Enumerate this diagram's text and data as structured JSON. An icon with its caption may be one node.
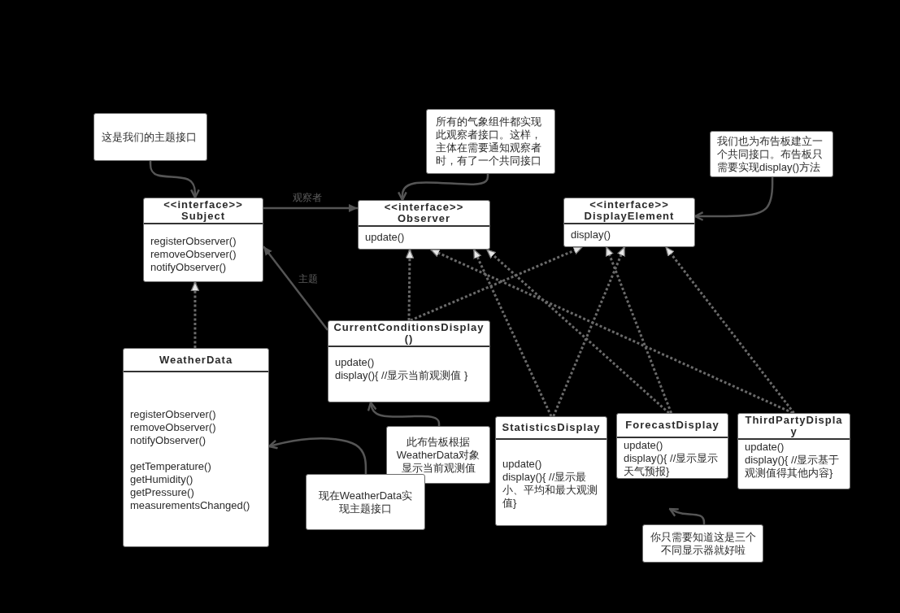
{
  "diagram": {
    "nodes": [
      {
        "text": [
          "这是我们的主题接口"
        ]
      },
      {
        "text": [
          "所有的气象组件都实现此观察者接口。这样，主体在需要通知观察者时，有了一个共同接口"
        ]
      },
      {
        "text": [
          "我们也为布告板建立一个共同接口。布告板只需要实现display()方法"
        ]
      },
      {
        "text": [
          "<<interface>>",
          "Subject",
          "registerObserver()",
          "removeObserver()",
          "notifyObserver()"
        ]
      },
      {
        "text": [
          "<<interface>>",
          "Observer",
          "update()"
        ]
      },
      {
        "text": [
          "<<interface>>",
          "DisplayElement",
          "display()"
        ]
      },
      {
        "text": [
          "CurrentConditionsDisplay()",
          "update()",
          "display(){ //显示当前观测值 }"
        ]
      },
      {
        "text": [
          "WeatherData",
          "registerObserver()",
          "removeObserver()",
          "notifyObserver()",
          "getTemperature()",
          "getHumidity()",
          "getPressure()",
          "measurementsChanged()"
        ]
      },
      {
        "text": [
          "此布告板根据WeatherData对象显示当前观测值"
        ]
      },
      {
        "text": [
          "StatisticsDisplay",
          "update()",
          "display(){ //显示最小、平均和最大观测值}"
        ]
      },
      {
        "text": [
          "ForecastDisplay",
          "update()",
          "display(){ //显示显示天气预报}"
        ]
      },
      {
        "text": [
          "ThirdPartyDisplay",
          "update()",
          "display(){ //显示基于观测值得其他内容}"
        ]
      },
      {
        "text": [
          "现在WeatherData实现主题接口"
        ]
      },
      {
        "text": [
          "你只需要知道这是三个不同显示器就好啦"
        ]
      }
    ],
    "edges": [
      {
        "from": 0,
        "to": 3,
        "arrow": "to"
      },
      {
        "from": 1,
        "to": 4,
        "arrow": "to"
      },
      {
        "from": 2,
        "to": 5,
        "arrow": "to"
      },
      {
        "from": 3,
        "to": 4,
        "arrow": "to",
        "label": "观察者"
      },
      {
        "from": 6,
        "to": 3,
        "arrow": "to",
        "label": "主题"
      },
      {
        "from": 7,
        "to": 3,
        "arrow": "to",
        "style": "dashed"
      },
      {
        "from": 6,
        "to": 4,
        "arrow": "to",
        "style": "dashed"
      },
      {
        "from": 6,
        "to": 5,
        "arrow": "to",
        "style": "dashed"
      },
      {
        "from": 9,
        "to": 4,
        "arrow": "to",
        "style": "dashed"
      },
      {
        "from": 9,
        "to": 5,
        "arrow": "to",
        "style": "dashed"
      },
      {
        "from": 10,
        "to": 4,
        "arrow": "to",
        "style": "dashed"
      },
      {
        "from": 10,
        "to": 5,
        "arrow": "to",
        "style": "dashed"
      },
      {
        "from": 11,
        "to": 4,
        "arrow": "to",
        "style": "dashed"
      },
      {
        "from": 11,
        "to": 5,
        "arrow": "to",
        "style": "dashed"
      },
      {
        "from": 8,
        "to": 6,
        "arrow": "to"
      },
      {
        "from": 12,
        "to": 7,
        "arrow": "to"
      },
      {
        "from": 13,
        "to": null,
        "arrow": "to"
      }
    ]
  }
}
